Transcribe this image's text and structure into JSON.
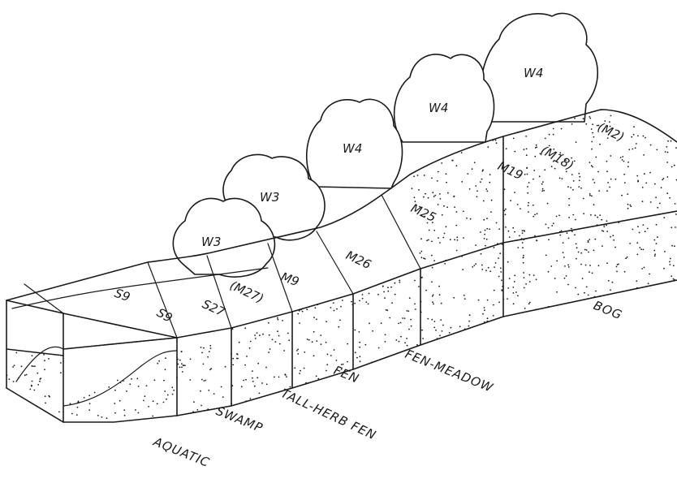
{
  "diagram": {
    "community_codes": {
      "w3_low": "W3",
      "w3_high": "W3",
      "w4_a": "W4",
      "w4_b": "W4",
      "w4_c": "W4",
      "s9_back": "S9",
      "s9_front": "S9",
      "s27": "S27",
      "m27": "(M27)",
      "m9": "M9",
      "m26": "M26",
      "m25": "M25",
      "m19": "M19",
      "m18": "(M18)",
      "m2": "(M2)"
    },
    "zones": {
      "aquatic": "AQUATIC",
      "swamp": "SWAMP",
      "tall_herb_fen": "TALL-HERB FEN",
      "fen": "FEN",
      "fen_meadow": "FEN-MEADOW",
      "bog": "BOG"
    }
  }
}
